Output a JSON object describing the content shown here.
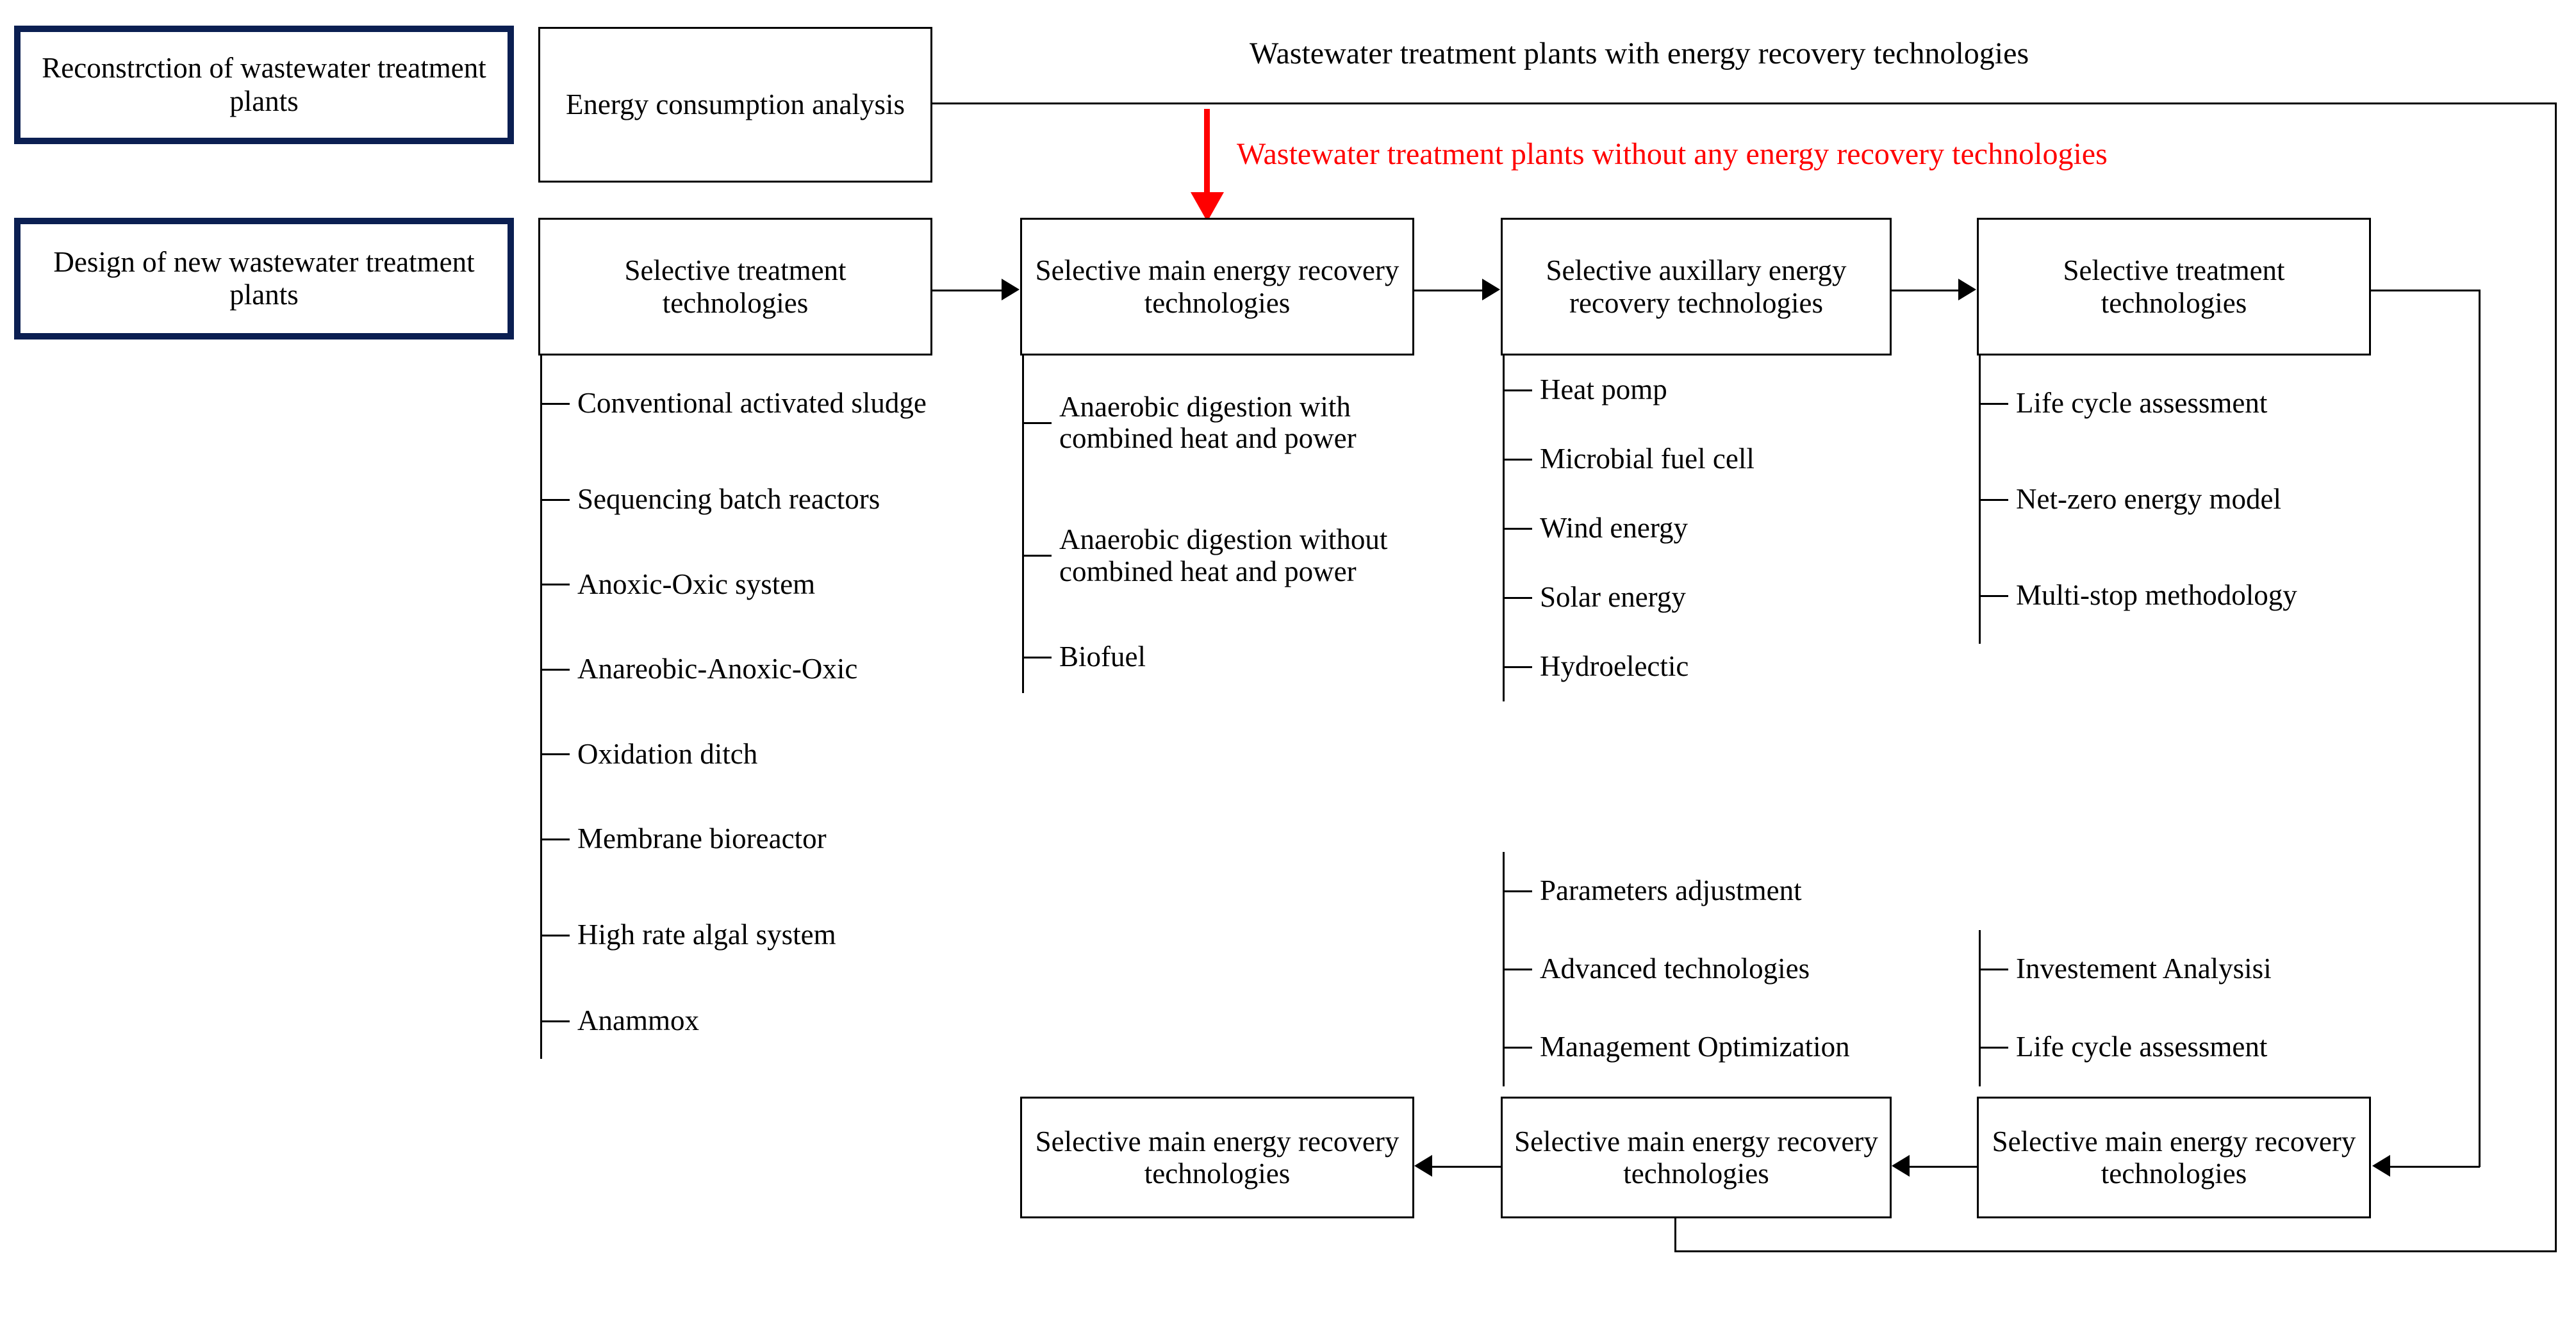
{
  "diagram": {
    "title_labels": {
      "with_recovery": "Wastewater treatment plants with energy recovery technologies",
      "without_recovery": "Wastewater treatment plants without any energy recovery technologies"
    },
    "accent_color": "#0B1F52",
    "alert_color": "#FF0000",
    "entry_points": [
      {
        "id": "reconstruction",
        "label": "Reconstrction of wastewater treatment plants"
      },
      {
        "id": "new-design",
        "label": "Design of new wastewater treatment plants"
      }
    ],
    "stages": {
      "energy_consumption": {
        "label": "Energy consumption analysis",
        "items": []
      },
      "treatment_tech_1": {
        "label": "Selective treatment technologies",
        "items": [
          "Conventional activated sludge",
          "Sequencing batch reactors",
          "Anoxic-Oxic system",
          "Anareobic-Anoxic-Oxic",
          "Oxidation ditch",
          "Membrane bioreactor",
          "High rate algal system",
          "Anammox"
        ]
      },
      "main_energy_recovery": {
        "label": "Selective main energy recovery technologies",
        "items": [
          "Anaerobic digestion with combined heat and power",
          "Anaerobic digestion without combined heat and power",
          "Biofuel"
        ]
      },
      "auxillary_energy_recovery": {
        "label": "Selective auxillary energy recovery technologies",
        "items": [
          "Heat pomp",
          "Microbial fuel cell",
          "Wind energy",
          "Solar energy",
          "Hydroelectic"
        ]
      },
      "treatment_tech_2": {
        "label": "Selective treatment technologies",
        "items": [
          "Life cycle assessment",
          "Net-zero energy model",
          "Multi-stop methodology"
        ]
      },
      "optimization": {
        "label": "Selective main energy recovery technologies",
        "items": [
          "Parameters adjustment",
          "Advanced technologies",
          "Management Optimization"
        ]
      },
      "evaluation": {
        "label": "Selective main energy recovery technologies",
        "items": [
          "Investement Analysisi",
          "Life cycle assessment"
        ]
      },
      "final_output": {
        "label": "Selective main energy recovery technologies",
        "items": []
      }
    }
  }
}
